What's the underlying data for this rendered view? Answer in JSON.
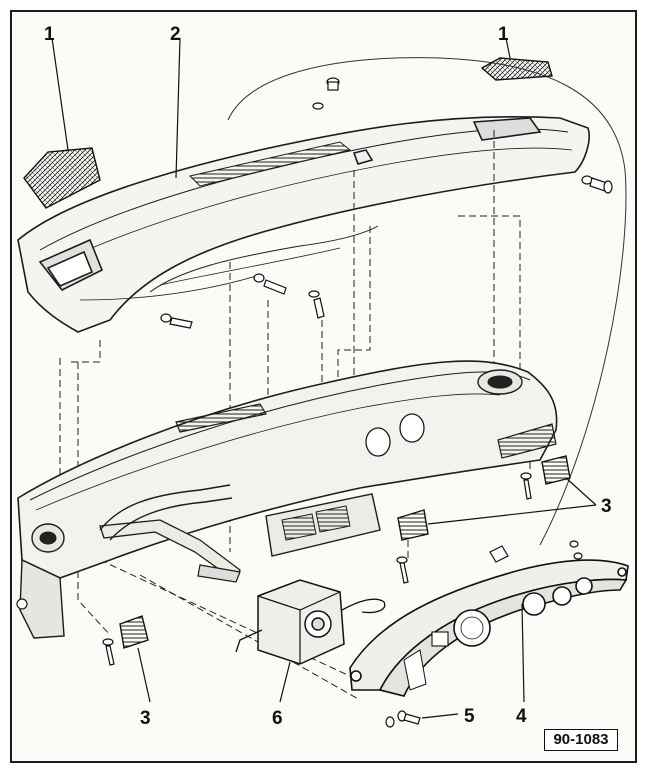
{
  "diagram": {
    "callouts": [
      {
        "id": "1a",
        "label": "1"
      },
      {
        "id": "2",
        "label": "2"
      },
      {
        "id": "1b",
        "label": "1"
      },
      {
        "id": "3a",
        "label": "3"
      },
      {
        "id": "3b",
        "label": "3"
      },
      {
        "id": "6",
        "label": "6"
      },
      {
        "id": "5",
        "label": "5"
      },
      {
        "id": "4",
        "label": "4"
      }
    ],
    "figure_code": "90-1083"
  }
}
